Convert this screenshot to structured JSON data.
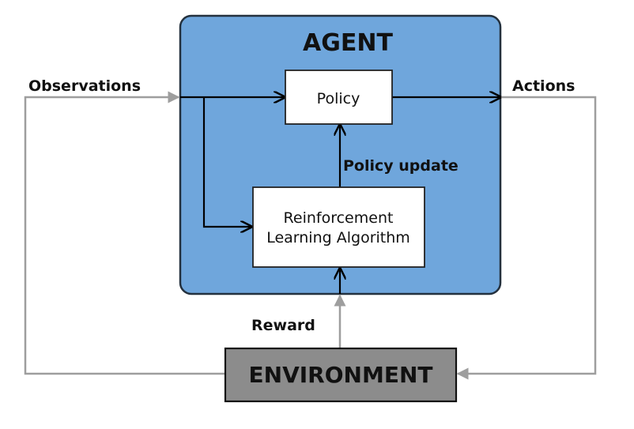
{
  "diagram": {
    "agent": {
      "title": "AGENT",
      "fill": "#6fa6dc",
      "stroke": "#24313e"
    },
    "policy": {
      "label": "Policy"
    },
    "algorithm": {
      "line1": "Reinforcement",
      "line2": "Learning Algorithm"
    },
    "environment": {
      "label": "ENVIRONMENT",
      "fill": "#8c8c8c"
    },
    "edges": {
      "observations": "Observations",
      "actions": "Actions",
      "policy_update": "Policy update",
      "reward": "Reward"
    },
    "colors": {
      "black_arrow": "#000000",
      "gray_arrow": "#9e9e9e"
    }
  }
}
